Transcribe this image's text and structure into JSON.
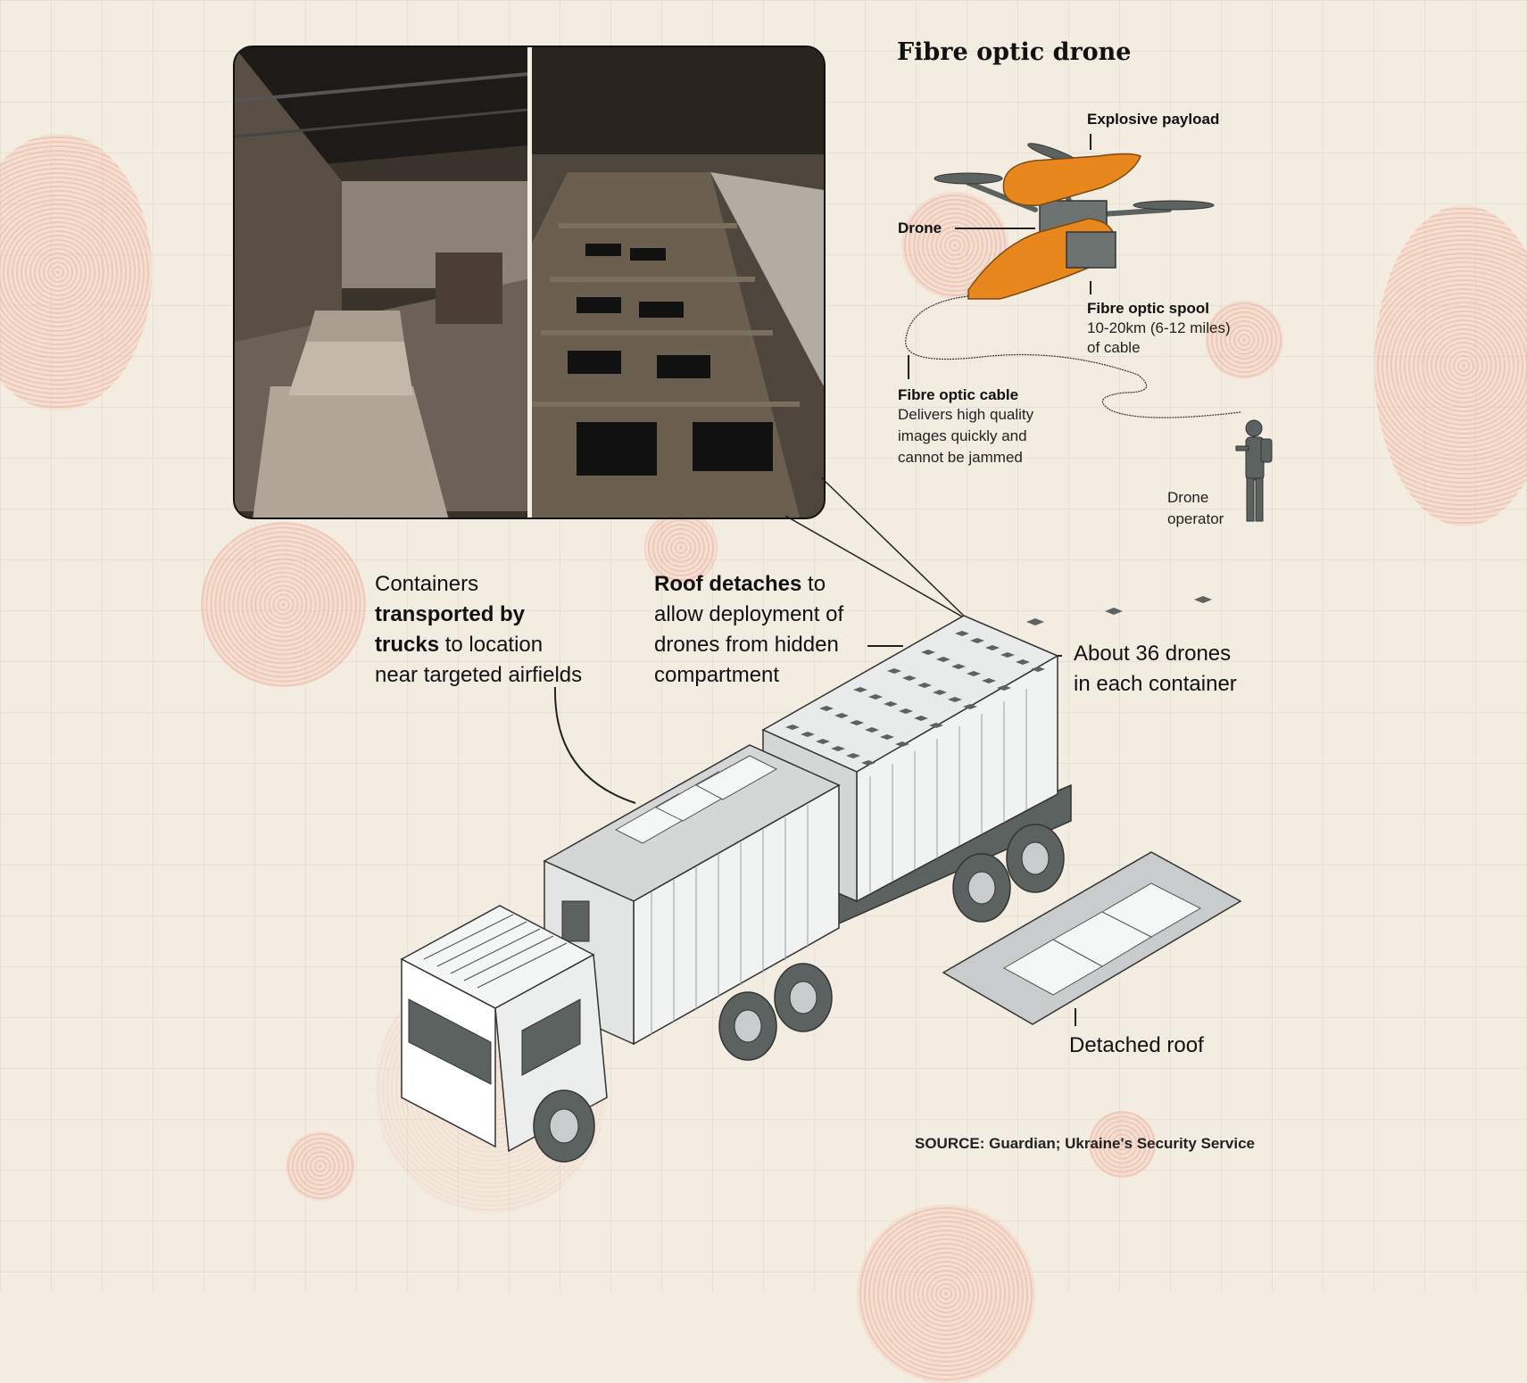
{
  "title": "Fibre optic drone",
  "labels": {
    "explosive_payload": "Explosive payload",
    "drone": "Drone",
    "spool_title": "Fibre optic spool",
    "spool_desc_1": "10-20km (6-12 miles)",
    "spool_desc_2": "of cable",
    "cable_title": "Fibre optic cable",
    "cable_desc_1": "Delivers high quality",
    "cable_desc_2": "images quickly and",
    "cable_desc_3": "cannot be jammed",
    "operator_1": "Drone",
    "operator_2": "operator"
  },
  "annotations": {
    "containers": {
      "line1": "Containers",
      "bold1": "transported by",
      "bold2": "trucks",
      "rest2": " to location",
      "line4": "near targeted airfields"
    },
    "roof": {
      "bold1": "Roof detaches",
      "rest1": " to",
      "line2": "allow deployment of",
      "line3": "drones from hidden",
      "line4": "compartment"
    },
    "drones_count": {
      "line1": "About 36 drones",
      "line2": "in each container"
    },
    "detached_roof": "Detached roof"
  },
  "source": "SOURCE: Guardian; Ukraine's Security Service",
  "colors": {
    "background": "#f3ece1",
    "accent_orange": "#e8871e",
    "blob_pink": "#eeaa96",
    "dark_grey": "#5b6260",
    "container_light": "#e9eaea"
  }
}
